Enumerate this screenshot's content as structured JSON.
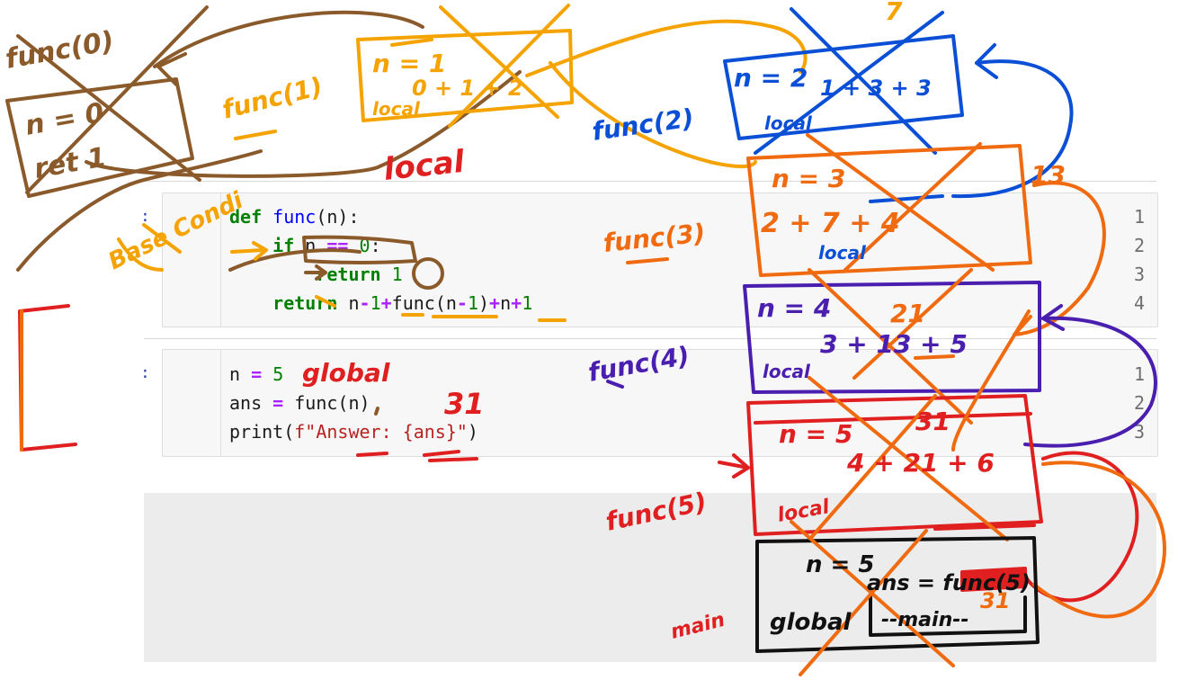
{
  "cells": [
    {
      "prompt": ":",
      "lines": [
        {
          "n": "1",
          "p": [
            "def",
            " ",
            "func",
            "(n):"
          ]
        },
        {
          "n": "2",
          "p": [
            "    ",
            "if",
            " n ",
            "==",
            " ",
            "0",
            ":"
          ]
        },
        {
          "n": "3",
          "p": [
            "        ",
            "return",
            " ",
            "1"
          ]
        },
        {
          "n": "4",
          "p": [
            "    ",
            "return",
            " n",
            "-",
            "1",
            "+",
            "func(n",
            "-",
            "1",
            ")",
            "+",
            "n",
            "+",
            "1"
          ]
        }
      ]
    },
    {
      "prompt": ":",
      "lines": [
        {
          "n": "1",
          "p": [
            "n ",
            "=",
            " ",
            "5"
          ]
        },
        {
          "n": "2",
          "p": [
            "ans ",
            "=",
            " func(n)"
          ]
        },
        {
          "n": "3",
          "p": [
            "print(",
            "f\"Answer: {ans}\"",
            ")"
          ]
        }
      ]
    }
  ],
  "annotations": {
    "func0_label": "func(0)",
    "func0_n": "n = 0",
    "func0_ret": "ret 1",
    "func1_label": "func(1)",
    "func1_n": "n = 1",
    "func1_expr": "0 + 1 + 2",
    "func1_local": "local",
    "func2_label": "func(2)",
    "func2_n": "n = 2",
    "func2_expr": "1 + 3 + 3",
    "func2_result": "7",
    "func2_local": "local",
    "func3_label": "func(3)",
    "func3_n": "n = 3",
    "func3_expr": "2 + 7 + 4",
    "func3_result": "13",
    "func3_local": "local",
    "func4_label": "func(4)",
    "func4_n": "n = 4",
    "func4_expr": "3 + 13 + 5",
    "func4_result": "21",
    "func4_local": "local",
    "func5_label": "func(5)",
    "func5_n": "n = 5",
    "func5_expr": "4 + 21 + 6",
    "func5_result": "31",
    "func5_local": "local",
    "main_n": "n = 5",
    "main_ans": "ans = func(5)",
    "main_result": "31",
    "main_global": "global",
    "main_scope": "--main--",
    "main_label": "main",
    "base_condition": "Base Condi",
    "local_note": "local",
    "global_note": "global",
    "answer_note": "31"
  },
  "colors": {
    "func0": "#8b5a2b",
    "func1": "#f5a300",
    "func2": "#0a4fd6",
    "func3": "#f06a10",
    "func4": "#4a1fb0",
    "func5": "#e02020",
    "main": "#111111"
  }
}
